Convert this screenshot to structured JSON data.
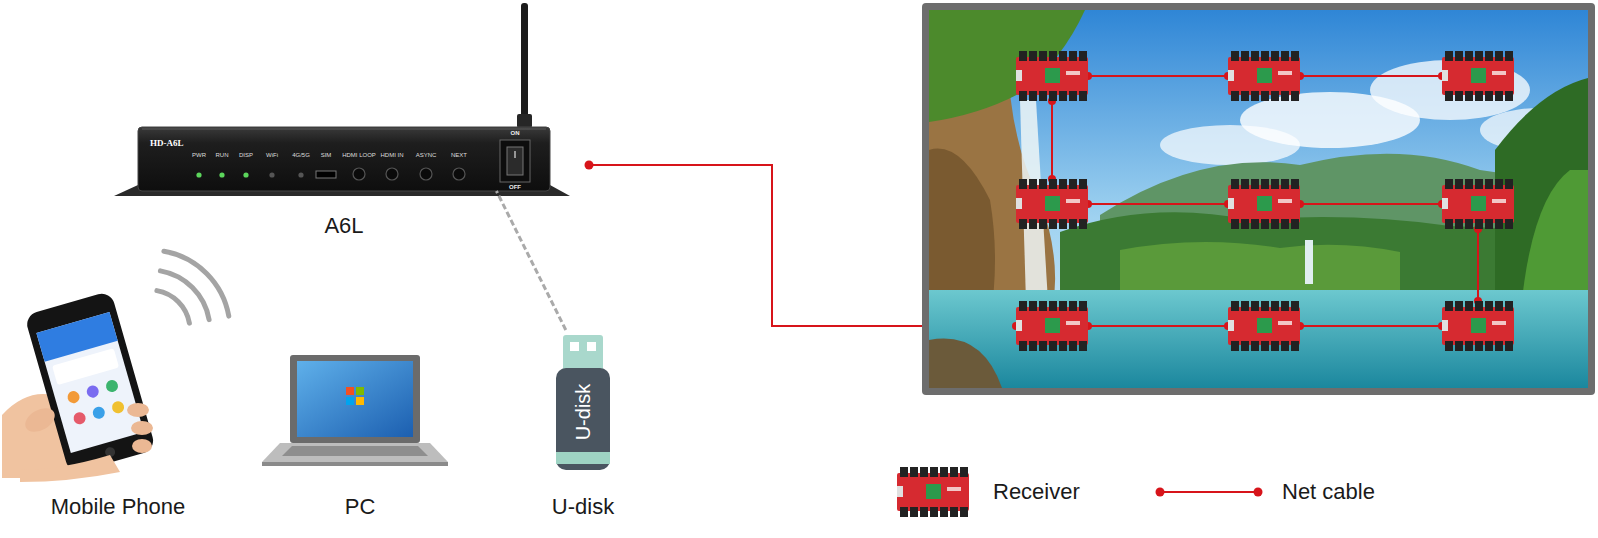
{
  "diagram": {
    "nodes": [
      {
        "text": [
          "HD-A6L",
          "A6L"
        ]
      },
      {
        "text": [
          "Mobile Phone"
        ]
      },
      {
        "text": [
          "PC"
        ]
      },
      {
        "text": [
          "U-disk"
        ]
      }
    ],
    "edges": [
      {
        "from": 3,
        "to": 0,
        "arrow": "none"
      }
    ],
    "labels": [
      "PWR",
      "RUN",
      "DISP",
      "WiFi",
      "4G/5G",
      "SIM",
      "HDMI LOOP",
      "HDMI IN",
      "ASYNC",
      "NEXT",
      "ON",
      "OFF",
      "U-disk"
    ],
    "legend": [
      {
        "text": "Receiver"
      },
      {
        "text": "Net cable"
      }
    ]
  }
}
